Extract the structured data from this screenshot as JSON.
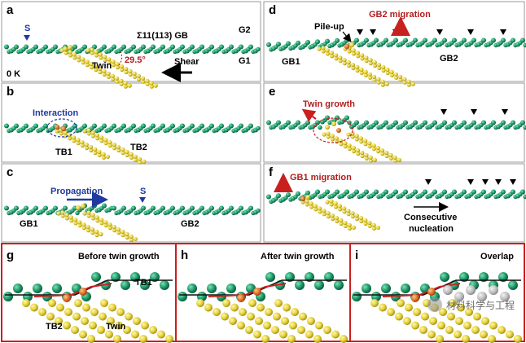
{
  "panels": {
    "a": {
      "label": "a",
      "s_marker": "S",
      "gb_title": "Σ11(113) GB",
      "grain_top": "G2",
      "grain_bottom": "G1",
      "twin": "Twin",
      "angle": "29.5°",
      "shear": "Shear",
      "temp": "0 K"
    },
    "b": {
      "label": "b",
      "interaction": "Interaction",
      "tb1": "TB1",
      "tb2": "TB2"
    },
    "c": {
      "label": "c",
      "propagation": "Propagation",
      "s_marker": "S",
      "gb1": "GB1",
      "gb2": "GB2"
    },
    "d": {
      "label": "d",
      "pileup": "Pile-up",
      "gb2_migration": "GB2 migration",
      "gb1": "GB1",
      "gb2": "GB2"
    },
    "e": {
      "label": "e",
      "twin_growth": "Twin growth"
    },
    "f": {
      "label": "f",
      "gb1_migration": "GB1 migration",
      "consecutive": "Consecutive",
      "nucleation": "nucleation"
    },
    "g": {
      "label": "g",
      "title": "Before twin growth",
      "tb1": "TB1",
      "tb2": "TB2",
      "twin": "Twin"
    },
    "h": {
      "label": "h",
      "title": "After twin growth"
    },
    "i": {
      "label": "i",
      "title": "Overlap"
    }
  },
  "watermark": {
    "text": "材料科学与工程"
  },
  "colors": {
    "green_atom": "#1f9a6a",
    "yellow_atom": "#e6d23a",
    "orange_atom": "#e0732a",
    "red_line": "#c8201f",
    "blue": "#1f3a9e",
    "panel_border": "#999999",
    "bottom_border": "#c8201f"
  }
}
